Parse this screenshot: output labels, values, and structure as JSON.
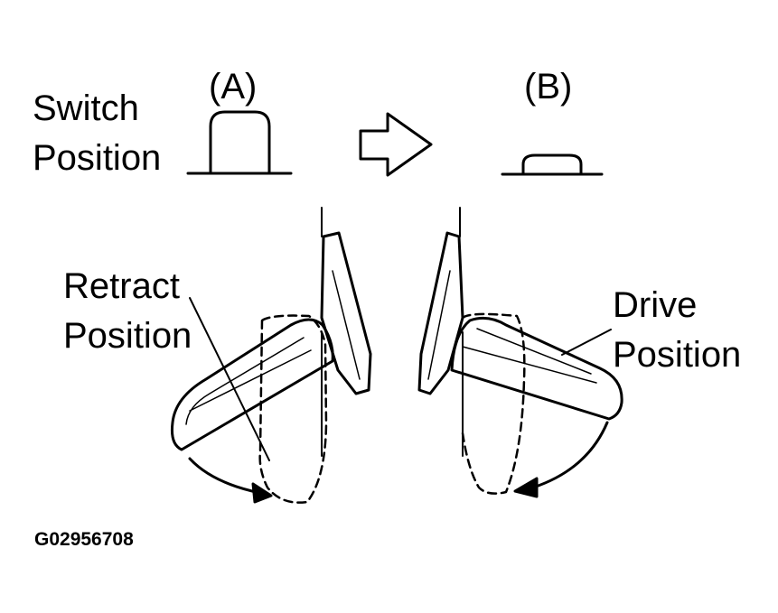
{
  "labels": {
    "switch_position_line1": "Switch",
    "switch_position_line2": "Position",
    "state_a": "(A)",
    "state_b": "(B)",
    "retract_line1": "Retract",
    "retract_line2": "Position",
    "drive_line1": "Drive",
    "drive_line2": "Position",
    "figure_id": "G02956708"
  }
}
